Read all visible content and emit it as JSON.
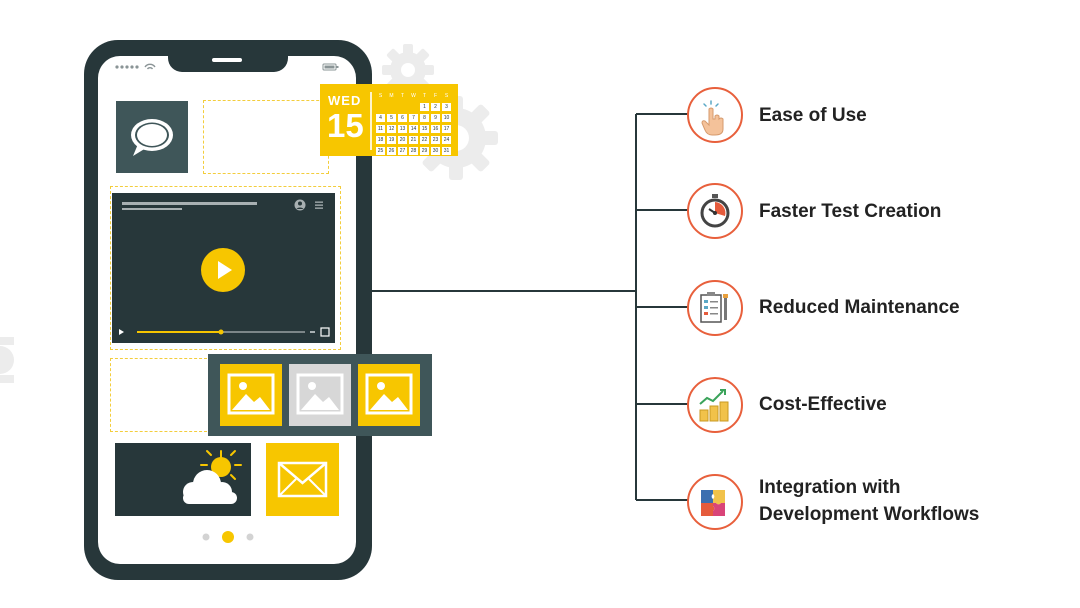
{
  "calendar": {
    "day_name": "WED",
    "day_number": "15",
    "weekdays": [
      "S",
      "M",
      "T",
      "W",
      "T",
      "F",
      "S"
    ],
    "dates": [
      [
        "",
        "",
        "",
        "",
        "1",
        "2",
        "3"
      ],
      [
        "4",
        "5",
        "6",
        "7",
        "8",
        "9",
        "10"
      ],
      [
        "11",
        "12",
        "13",
        "14",
        "15",
        "16",
        "17"
      ],
      [
        "18",
        "19",
        "20",
        "21",
        "22",
        "23",
        "24"
      ],
      [
        "25",
        "26",
        "27",
        "28",
        "29",
        "30",
        "31"
      ]
    ]
  },
  "features": [
    {
      "label": "Ease of Use",
      "icon": "hand-tap-icon"
    },
    {
      "label": "Faster Test Creation",
      "icon": "stopwatch-icon"
    },
    {
      "label": "Reduced Maintenance",
      "icon": "clipboard-tools-icon"
    },
    {
      "label": "Cost-Effective",
      "icon": "coins-growth-icon"
    },
    {
      "label_line1": "Integration with",
      "label_line2": "Development Workflows",
      "icon": "puzzle-icon"
    }
  ],
  "colors": {
    "dark": "#27373a",
    "accent": "#f7c600",
    "circle_border": "#e8603c",
    "text": "#222222"
  }
}
